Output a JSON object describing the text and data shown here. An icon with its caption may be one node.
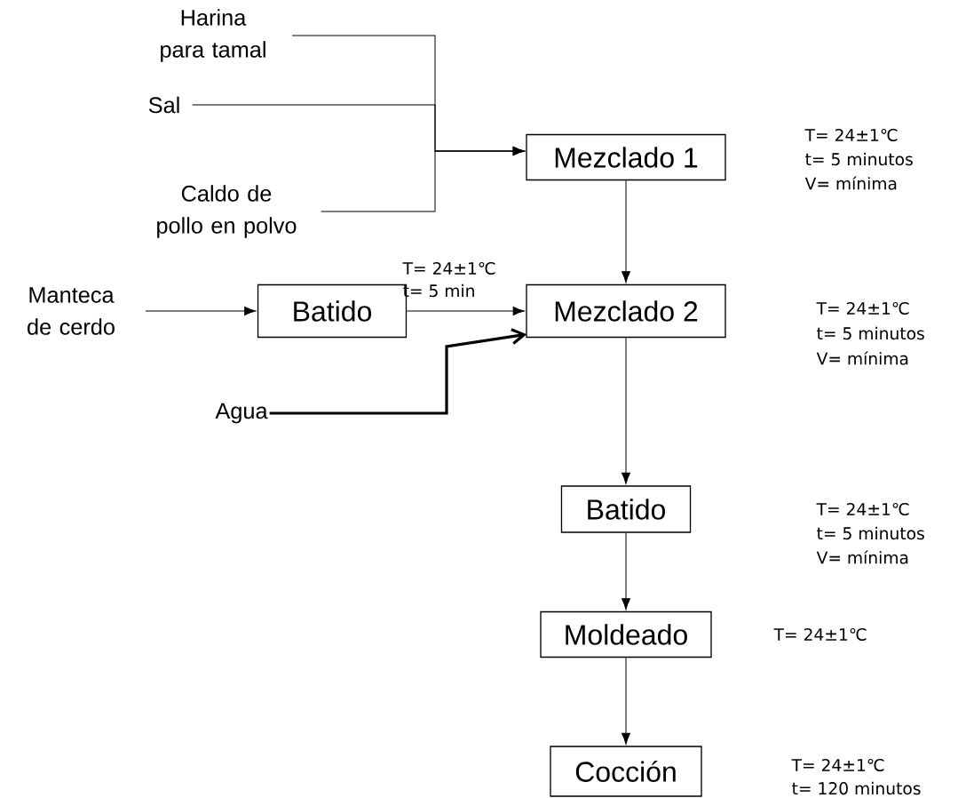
{
  "diagram": {
    "nodes": [
      {
        "text": [
          "Harina para tamal"
        ]
      },
      {
        "text": [
          "Sal"
        ]
      },
      {
        "text": [
          "Caldo de pollo en polvo"
        ]
      },
      {
        "text": [
          "Mezclado 1"
        ],
        "beside": [
          "T= 24±1℃",
          "t= 5 minutos",
          "V= mínima"
        ]
      },
      {
        "text": [
          "Manteca de cerdo"
        ]
      },
      {
        "text": [
          "Batido"
        ],
        "beside": [
          "T= 24±1℃",
          "t= 5 min"
        ]
      },
      {
        "text": [
          "Mezclado 2"
        ],
        "beside": [
          "T= 24±1℃",
          "t= 5 minutos",
          "V= mínima"
        ]
      },
      {
        "text": [
          "Agua"
        ]
      },
      {
        "text": [
          "Batido"
        ],
        "beside": [
          "T= 24±1℃",
          "t= 5 minutos",
          "V= mínima"
        ]
      },
      {
        "text": [
          "Moldeado"
        ],
        "beside": [
          "T= 24±1℃"
        ]
      },
      {
        "text": [
          "Cocción"
        ],
        "beside": [
          "T= 24±1℃",
          "t= 120 minutos"
        ]
      }
    ],
    "edges": [
      {
        "from": 0,
        "to": 3,
        "arrow": "to"
      },
      {
        "from": 1,
        "to": 3,
        "arrow": "to"
      },
      {
        "from": 2,
        "to": 3,
        "arrow": "to"
      },
      {
        "from": 3,
        "to": 6,
        "arrow": "to"
      },
      {
        "from": 4,
        "to": 5,
        "arrow": "to"
      },
      {
        "from": 5,
        "to": 6,
        "arrow": "to"
      },
      {
        "from": 7,
        "to": 6,
        "arrow": "to",
        "style": "thick"
      },
      {
        "from": 6,
        "to": 8,
        "arrow": "to"
      },
      {
        "from": 8,
        "to": 9,
        "arrow": "to"
      },
      {
        "from": 9,
        "to": 10,
        "arrow": "to"
      }
    ]
  }
}
